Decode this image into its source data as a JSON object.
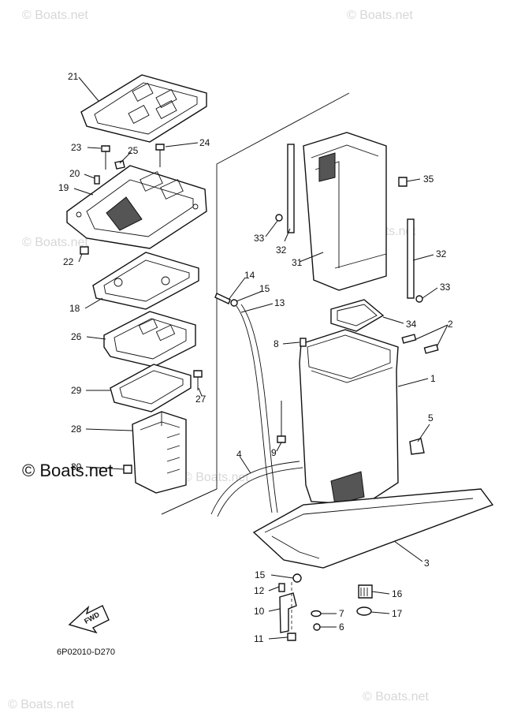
{
  "watermarks": [
    "© Boats.net",
    "© Boats.net",
    "© Boats.net",
    "© Boats.net",
    "© Boats.net",
    "© Boats.net",
    "© Boats.net"
  ],
  "watermark_main": "© Boats.net",
  "diagram_code": "6P02010-D270",
  "fwd_label": "FWD",
  "callouts": [
    "21",
    "23",
    "25",
    "24",
    "20",
    "19",
    "22",
    "18",
    "26",
    "29",
    "27",
    "28",
    "30",
    "35",
    "33",
    "32",
    "31",
    "32",
    "33",
    "14",
    "15",
    "13",
    "34",
    "8",
    "2",
    "1",
    "9",
    "5",
    "4",
    "3",
    "15",
    "12",
    "10",
    "11",
    "16",
    "17",
    "7",
    "6"
  ]
}
